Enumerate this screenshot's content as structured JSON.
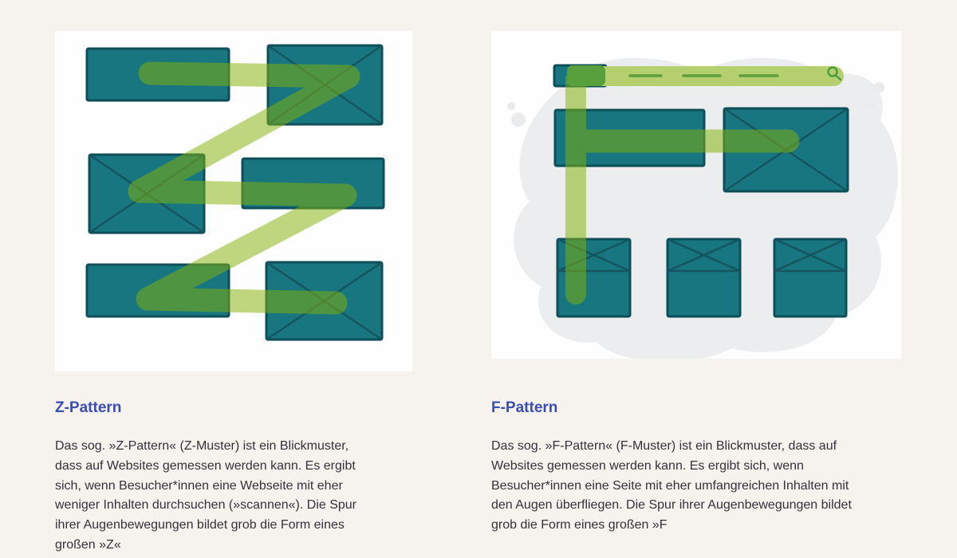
{
  "page": {
    "background_color": "#f6f2ee",
    "card_background_color": "#fefefe"
  },
  "colors": {
    "teal_block": "#17767f",
    "teal_border": "#0d4e5a",
    "x_line": "#155560",
    "eye_path_green": "#82b208",
    "eye_path_opacity": "0.52",
    "navbar_green": "#b5cf6e",
    "navbar_dash_green": "#5f9e3d",
    "elbow_green": "#58a03c",
    "blob_gray": "#ebedee",
    "heading_blue": "#3c4db0",
    "body_text": "#33323b"
  },
  "cards": [
    {
      "id": "z-pattern",
      "heading": "Z-Pattern",
      "body_lines": [
        "Das sog. »Z-Pattern« (Z-Muster) ist ein Blickmuster,",
        "dass auf Websites gemessen werden kann. Es ergibt",
        "sich, wenn Besucher*innen eine Webseite mit eher",
        "weniger Inhalten durchsuchen (»scannen«). Die Spur",
        "ihrer Augenbewegungen bildet grob die Form eines",
        "großen »Z«"
      ],
      "illustration": "z-eye-tracking-wireframe",
      "illustration_elements": [
        "six-teal-content-blocks",
        "three-image-placeholders-with-x",
        "green-z-shaped-gaze-path"
      ]
    },
    {
      "id": "f-pattern",
      "heading": "F-Pattern",
      "body_lines": [
        "Das sog. »F-Pattern« (F-Muster) ist ein Blickmuster, dass auf",
        "Websites gemessen werden kann. Es ergibt sich, wenn",
        "Besucher*innen eine Seite mit eher umfangreichen Inhalten mit",
        "den Augen überfliegen. Die Spur ihrer Augenbewegungen bildet",
        "grob die Form eines großen »F"
      ],
      "illustration": "f-eye-tracking-wireframe",
      "illustration_elements": [
        "navbar-with-logo-menu-dashes-and-magnifier-icon",
        "teal-content-blocks",
        "image-placeholders-with-x",
        "gray-background-blob",
        "green-f-shaped-gaze-path"
      ]
    }
  ]
}
